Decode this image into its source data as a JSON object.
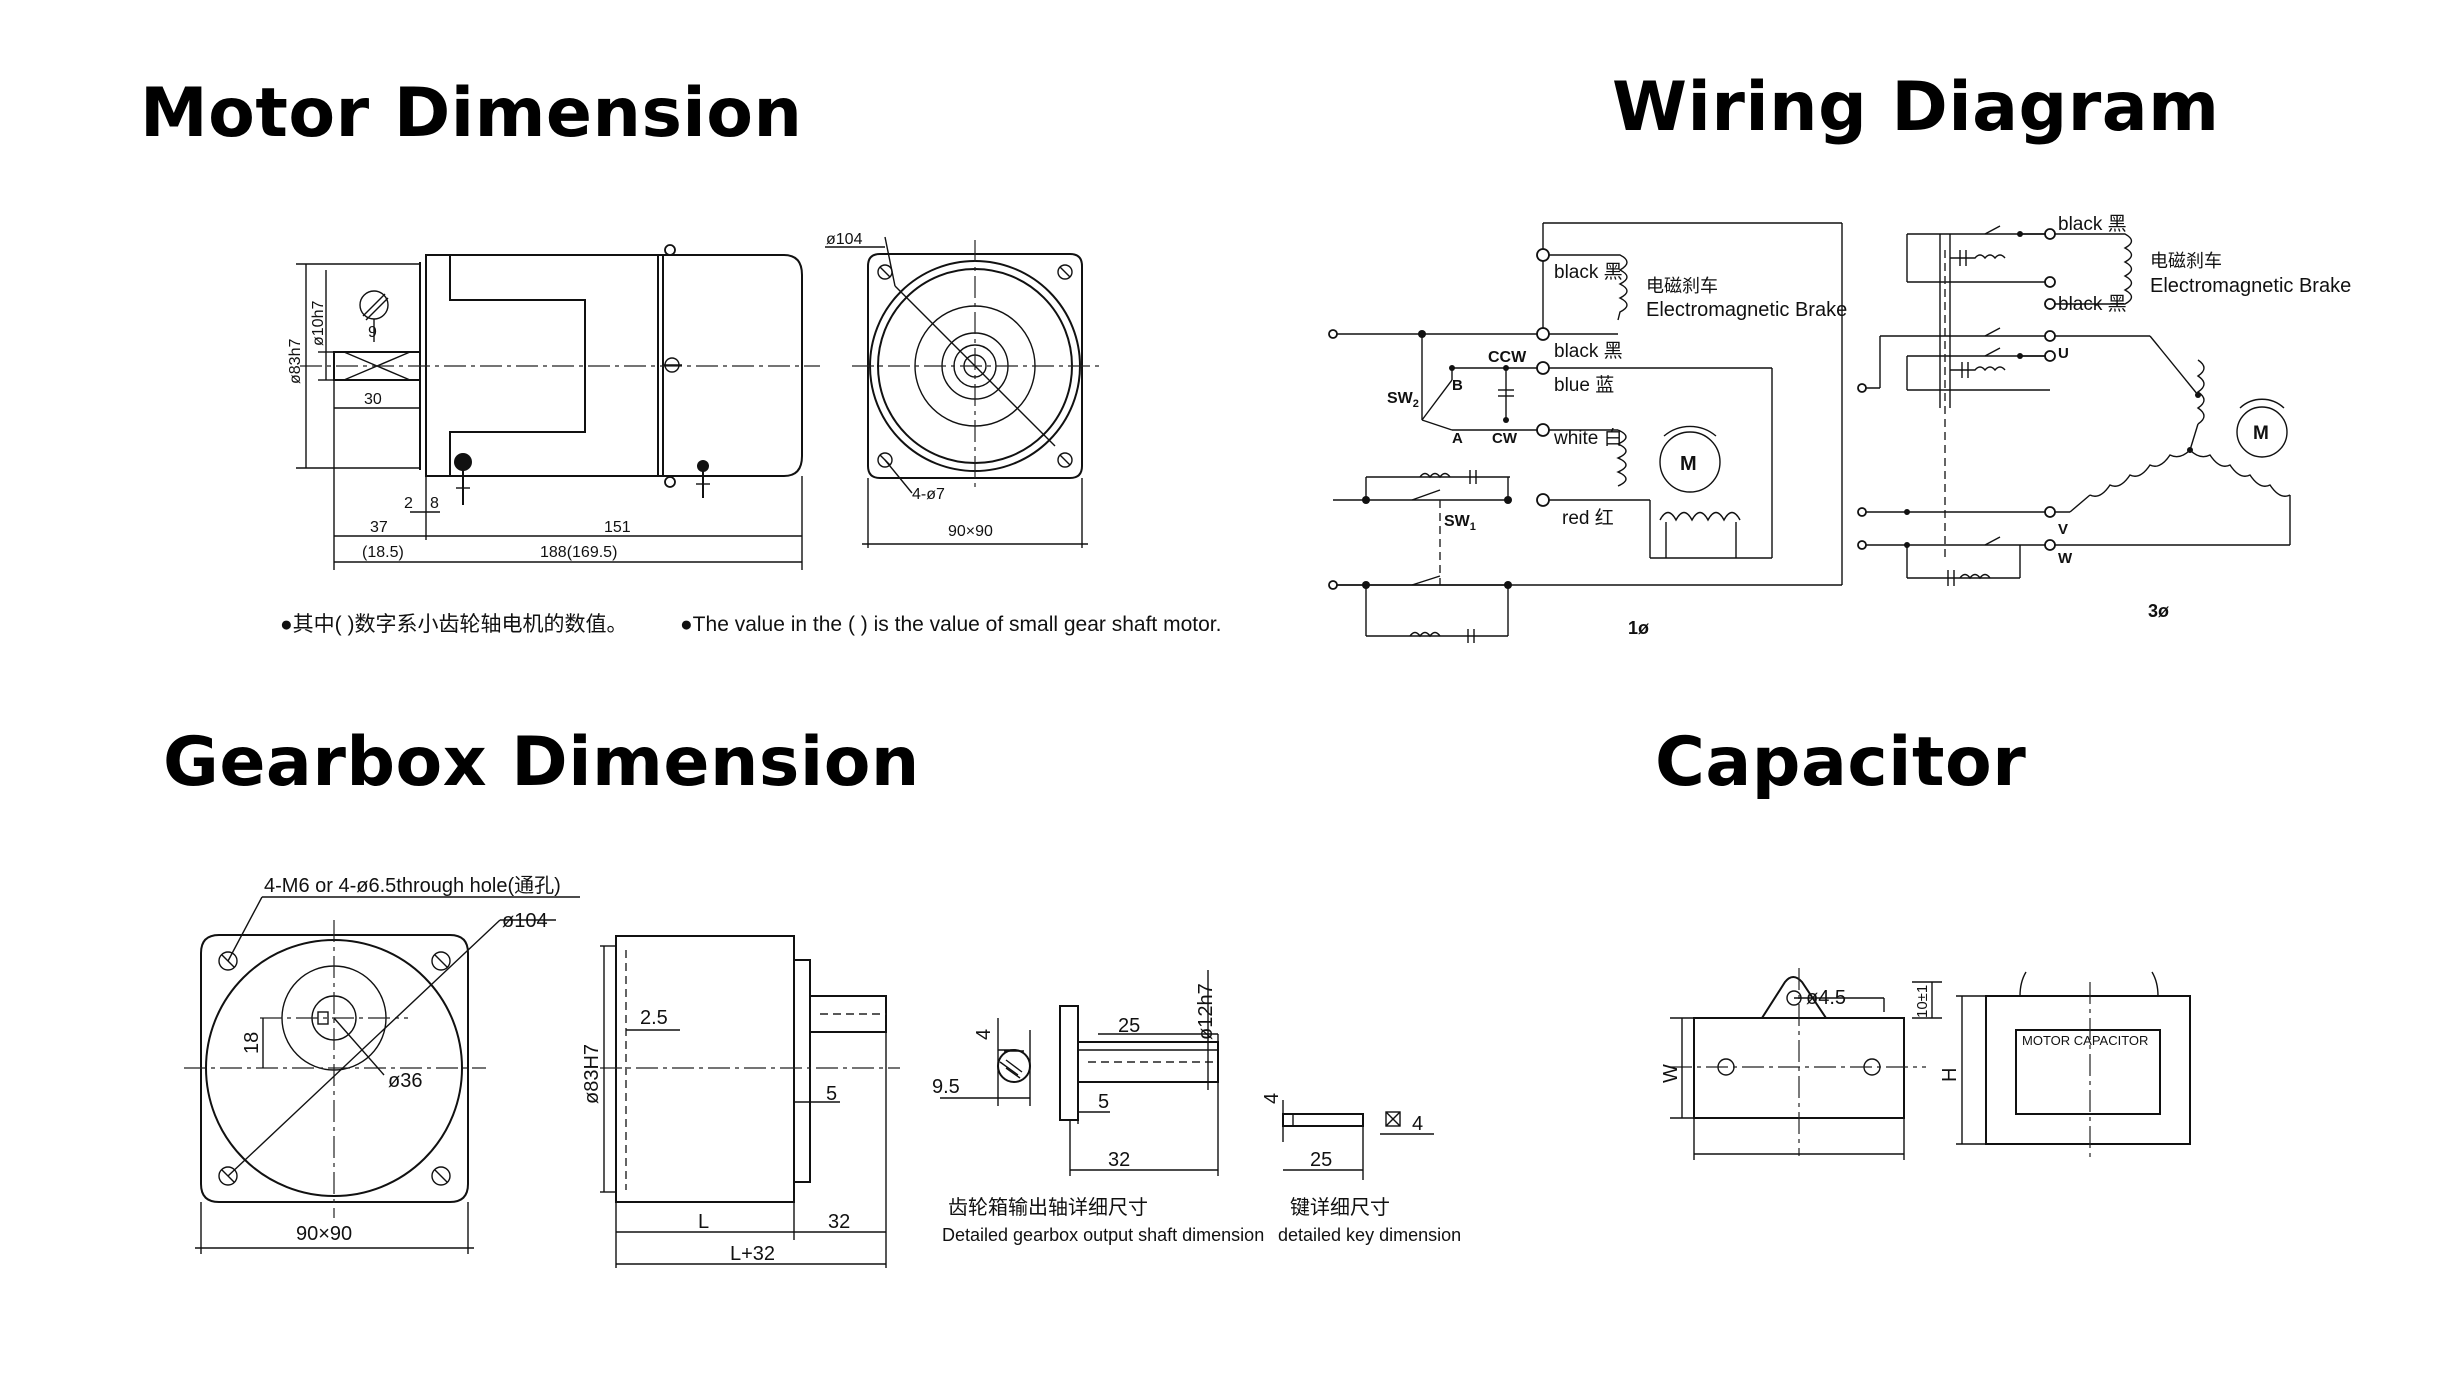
{
  "titles": {
    "motor": "Motor Dimension",
    "wiring": "Wiring Diagram",
    "gearbox": "Gearbox Dimension",
    "capacitor": "Capacitor"
  },
  "motor": {
    "side": {
      "d83h7": "ø83h7",
      "d10h7": "ø10h7",
      "key9": "9",
      "len30": "30",
      "len2": "2",
      "len8": "8",
      "len37": "37",
      "len18_5": "(18.5)",
      "len151": "151",
      "total": "188(169.5)"
    },
    "front": {
      "d104": "ø104",
      "holes": "4-ø7",
      "size": "90×90"
    },
    "note_cn": "●其中( )数字系小齿轮轴电机的数值。",
    "note_en": "●The value in the (  ) is the value of small gear shaft motor."
  },
  "wiring": {
    "single": {
      "black1": "black 黑",
      "brake_cn": "电磁刹车",
      "brake_en": "Electromagnetic Brake",
      "ccw": "CCW",
      "black2": "black 黑",
      "b": "B",
      "blue": "blue 蓝",
      "sw2": "SW",
      "sw2_sub": "2",
      "a": "A",
      "cw": "CW",
      "white": "white 白",
      "m": "M",
      "sw1": "SW",
      "sw1_sub": "1",
      "red": "red 红",
      "label": "1ø"
    },
    "three": {
      "black1": "black 黑",
      "brake_cn": "电磁刹车",
      "brake_en": "Electromagnetic Brake",
      "black2": "black 黑",
      "u": "U",
      "v": "V",
      "w": "W",
      "m": "M",
      "label": "3ø"
    }
  },
  "gearbox": {
    "front": {
      "holes": "4-M6 or 4-ø6.5through hole(通孔)",
      "d104": "ø104",
      "d36": "ø36",
      "h18": "18",
      "size": "90×90"
    },
    "side": {
      "d83h7": "ø83H7",
      "len2_5": "2.5",
      "len5": "5",
      "l": "L",
      "len32": "32",
      "l32": "L+32"
    },
    "shaft": {
      "len4": "4",
      "len9_5": "9.5",
      "len25": "25",
      "d12h7": "ø12h7",
      "len5": "5",
      "len32": "32",
      "caption_cn": "齿轮箱输出轴详细尺寸",
      "caption_en": "Detailed gearbox output shaft dimension"
    },
    "key": {
      "len4a": "4",
      "len4b": "4",
      "len25": "25",
      "caption_cn": "键详细尺寸",
      "caption_en": "detailed key dimension"
    }
  },
  "capacitor": {
    "hole": "ø4.5",
    "ten": "10±1",
    "w": "W",
    "h": "H",
    "label": "MOTOR CAPACITOR"
  }
}
